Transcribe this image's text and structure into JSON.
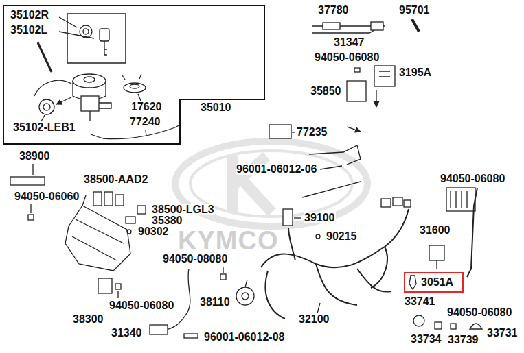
{
  "diagram": {
    "nodes": [
      {
        "text": [
          "35102R",
          "35102L",
          "17620",
          "77240",
          "35102-LEB1"
        ]
      },
      {
        "text": [
          "3051A"
        ]
      }
    ],
    "labels": [
      "37780",
      "95701",
      "31347",
      "94050-06080",
      "3195A",
      "35850",
      "35010",
      "77235",
      "38900",
      "96001-06012-06",
      "94050-06080",
      "38500-AAD2",
      "94050-06060",
      "38500-LGL3",
      "35380",
      "39100",
      "31600",
      "90302",
      "90215",
      "KYMCO",
      "94050-08080",
      "38110",
      "33741",
      "38300",
      "94050-06080",
      "32100",
      "94050-06080",
      "31340",
      "96001-06012-08",
      "33734",
      "33739",
      "33731"
    ]
  }
}
